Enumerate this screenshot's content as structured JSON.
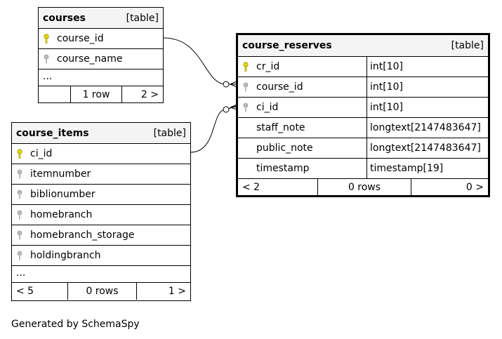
{
  "tables": {
    "courses": {
      "name": "courses",
      "kind": "[table]",
      "columns": [
        {
          "name": "course_id",
          "key": "primary"
        },
        {
          "name": "course_name",
          "key": "none"
        }
      ],
      "more": "...",
      "footer": {
        "left": "",
        "middle": "1 row",
        "right": "2 >"
      }
    },
    "course_items": {
      "name": "course_items",
      "kind": "[table]",
      "columns": [
        {
          "name": "ci_id",
          "key": "primary"
        },
        {
          "name": "itemnumber",
          "key": "none"
        },
        {
          "name": "biblionumber",
          "key": "none"
        },
        {
          "name": "homebranch",
          "key": "none"
        },
        {
          "name": "homebranch_storage",
          "key": "none"
        },
        {
          "name": "holdingbranch",
          "key": "none"
        }
      ],
      "more": "...",
      "footer": {
        "left": "< 5",
        "middle": "0 rows",
        "right": "1 >"
      }
    },
    "course_reserves": {
      "name": "course_reserves",
      "kind": "[table]",
      "columns": [
        {
          "name": "cr_id",
          "type": "int[10]",
          "key": "primary"
        },
        {
          "name": "course_id",
          "type": "int[10]",
          "key": "foreign"
        },
        {
          "name": "ci_id",
          "type": "int[10]",
          "key": "foreign"
        },
        {
          "name": "staff_note",
          "type": "longtext[2147483647]",
          "key": "none"
        },
        {
          "name": "public_note",
          "type": "longtext[2147483647]",
          "key": "none"
        },
        {
          "name": "timestamp",
          "type": "timestamp[19]",
          "key": "none"
        }
      ],
      "footer": {
        "left": "< 2",
        "middle": "0 rows",
        "right": "0 >"
      }
    }
  },
  "relations": [
    {
      "from": "courses.course_id",
      "to": "course_reserves.course_id"
    },
    {
      "from": "course_items.ci_id",
      "to": "course_reserves.ci_id"
    }
  ],
  "colors": {
    "primary_key": "#e8d800",
    "foreign_key": "#aaaaaa",
    "header_bg": "#f4f4f4"
  },
  "generated_by": "Generated by SchemaSpy"
}
